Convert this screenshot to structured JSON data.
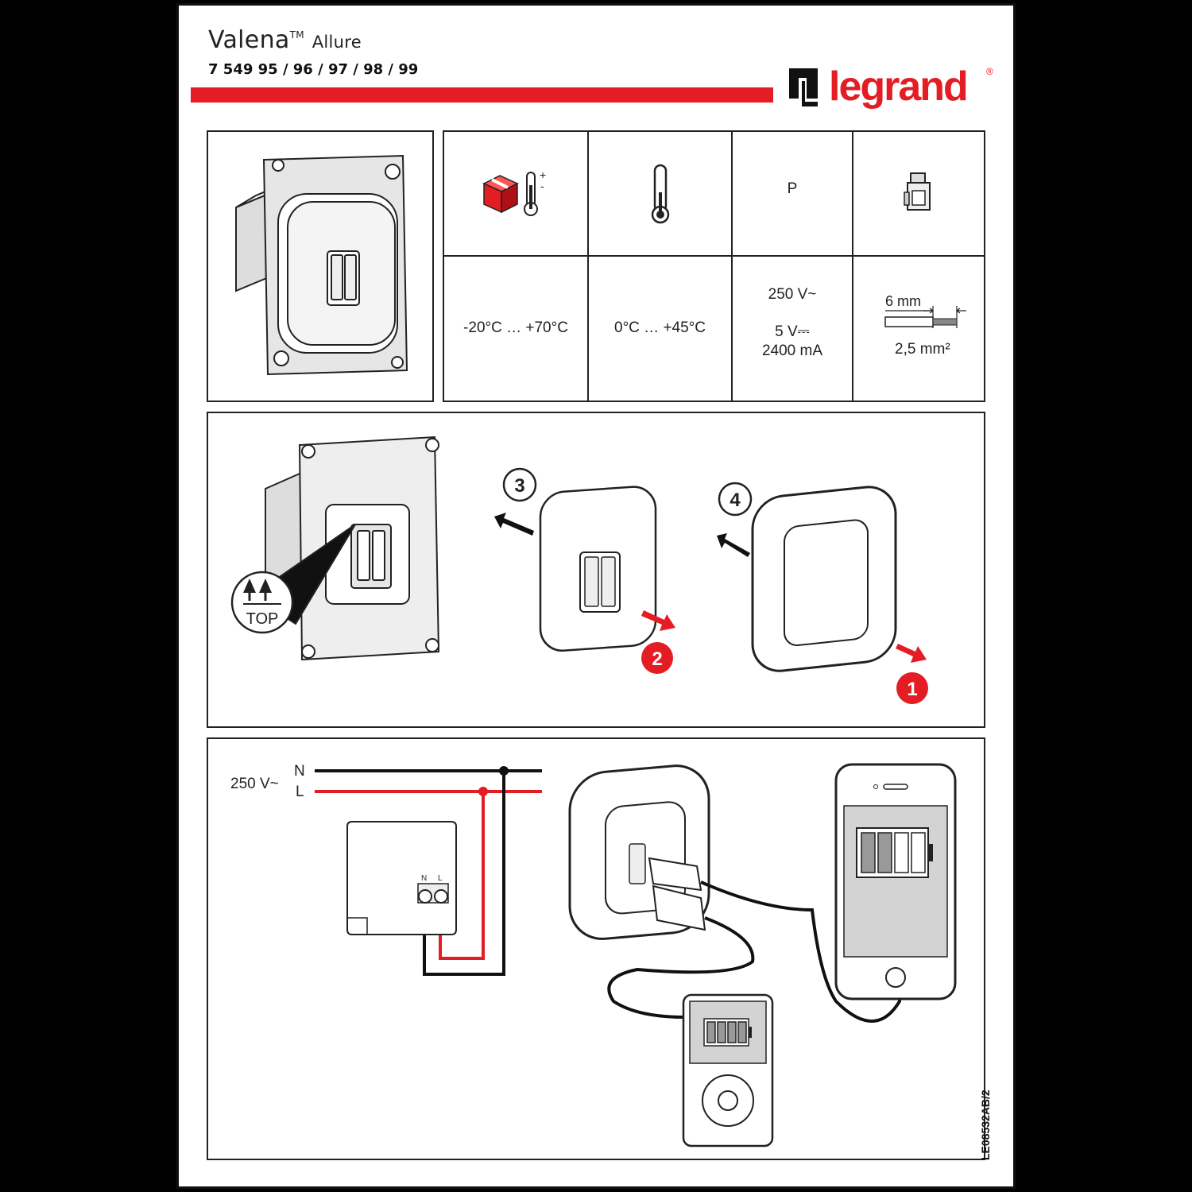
{
  "header": {
    "product_name": "Valena",
    "trademark": "TM",
    "product_range": "Allure",
    "references": "7 549 95 / 96 / 97 / 98 / 99",
    "brand": "legrand",
    "brand_mark": "®",
    "accent_color": "#e31d23"
  },
  "specs": {
    "storage_icon": "box-thermometer-icon",
    "operating_icon": "thermometer-icon",
    "power_header": "P",
    "terminal_icon": "screw-terminal-icon",
    "storage_temp": "-20°C … +70°C",
    "operating_temp": "0°C … +45°C",
    "power_input": "250 V~",
    "power_output_voltage": "5 V⎓",
    "power_output_current": "2400 mA",
    "strip_length": "6 mm",
    "wire_section": "2,5 mm²"
  },
  "installation": {
    "top_label": "TOP",
    "steps": [
      {
        "number": "1",
        "style": "red"
      },
      {
        "number": "2",
        "style": "red"
      },
      {
        "number": "3",
        "style": "outline"
      },
      {
        "number": "4",
        "style": "outline"
      }
    ]
  },
  "wiring": {
    "supply_voltage": "250 V~",
    "neutral_label": "N",
    "line_label": "L",
    "terminal_n": "N",
    "terminal_l": "L",
    "phone_battery_bars": 2,
    "player_battery_bars": 4
  },
  "footer": {
    "document_code": "LE08532AB/2"
  }
}
